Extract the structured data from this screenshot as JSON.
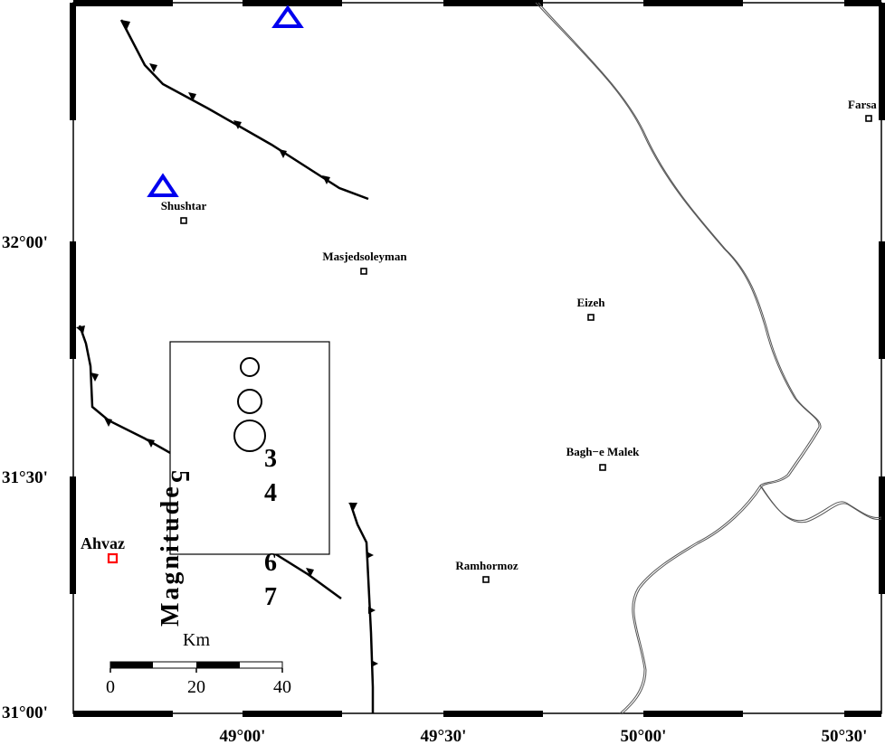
{
  "map": {
    "lon_labels": [
      "49°00'",
      "49°30'",
      "50°00'",
      "50°30'"
    ],
    "lat_labels": [
      "32°00'",
      "31°30'",
      "31°00'"
    ],
    "cities": [
      {
        "name": "Shushtar"
      },
      {
        "name": "Masjedsoleyman"
      },
      {
        "name": "Eizeh"
      },
      {
        "name": "Bagh−e Malek"
      },
      {
        "name": "Ramhormoz"
      },
      {
        "name": "Farsa"
      }
    ],
    "capital": {
      "name": "Ahvaz",
      "color": "#ff0000"
    },
    "station_color": "#0000ee",
    "legend": {
      "title": "Magnitude",
      "magnitudes": [
        "3",
        "4",
        "5",
        "6",
        "7"
      ]
    },
    "scale_bar": {
      "unit": "Km",
      "ticks": [
        "0",
        "20",
        "40"
      ]
    }
  }
}
